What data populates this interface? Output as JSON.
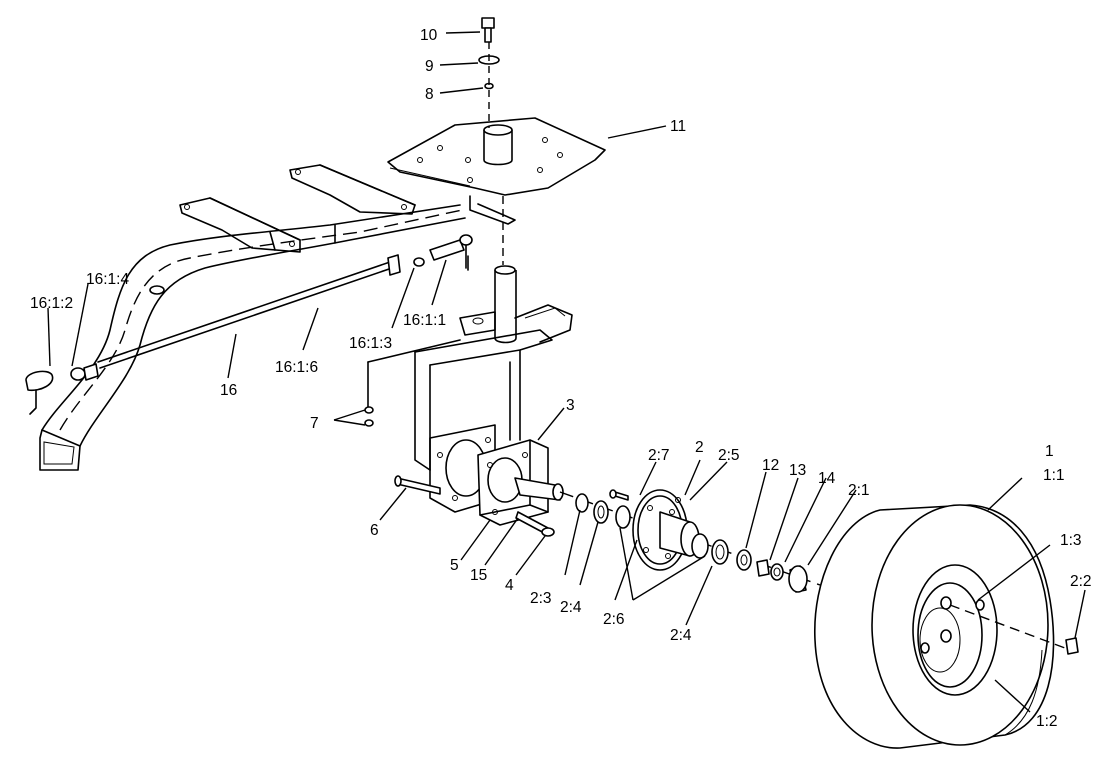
{
  "labels": [
    {
      "id": "10",
      "text": "10"
    },
    {
      "id": "9",
      "text": "9"
    },
    {
      "id": "8",
      "text": "8"
    },
    {
      "id": "11",
      "text": "11"
    },
    {
      "id": "16-1-4",
      "text": "16:1:4"
    },
    {
      "id": "16-1-2",
      "text": "16:1:2"
    },
    {
      "id": "16-1-1",
      "text": "16:1:1"
    },
    {
      "id": "16-1-3",
      "text": "16:1:3"
    },
    {
      "id": "16-1-6",
      "text": "16:1:6"
    },
    {
      "id": "16",
      "text": "16"
    },
    {
      "id": "7",
      "text": "7"
    },
    {
      "id": "3",
      "text": "3"
    },
    {
      "id": "6",
      "text": "6"
    },
    {
      "id": "5",
      "text": "5"
    },
    {
      "id": "15",
      "text": "15"
    },
    {
      "id": "4",
      "text": "4"
    },
    {
      "id": "2-3",
      "text": "2:3"
    },
    {
      "id": "2-4a",
      "text": "2:4"
    },
    {
      "id": "2-6",
      "text": "2:6"
    },
    {
      "id": "2-4b",
      "text": "2:4"
    },
    {
      "id": "2-7",
      "text": "2:7"
    },
    {
      "id": "2",
      "text": "2"
    },
    {
      "id": "2-5",
      "text": "2:5"
    },
    {
      "id": "12",
      "text": "12"
    },
    {
      "id": "13",
      "text": "13"
    },
    {
      "id": "14",
      "text": "14"
    },
    {
      "id": "2-1",
      "text": "2:1"
    },
    {
      "id": "1",
      "text": "1"
    },
    {
      "id": "1-1",
      "text": "1:1"
    },
    {
      "id": "1-3",
      "text": "1:3"
    },
    {
      "id": "2-2",
      "text": "2:2"
    },
    {
      "id": "1-2",
      "text": "1:2"
    }
  ]
}
